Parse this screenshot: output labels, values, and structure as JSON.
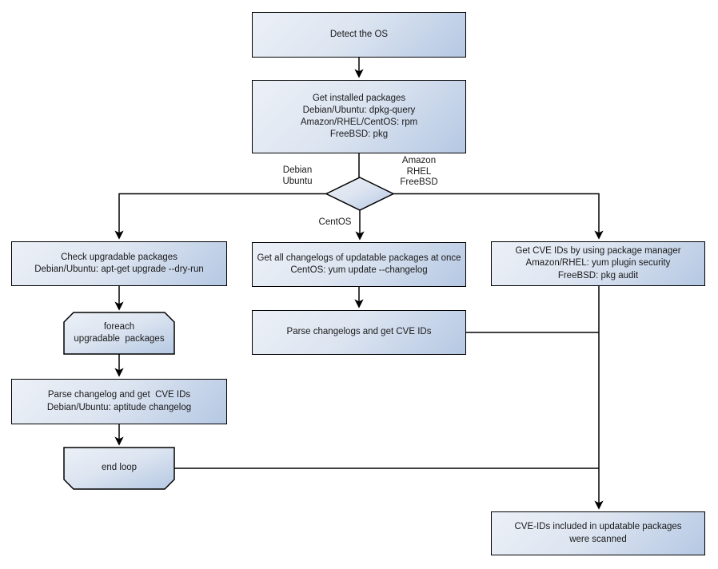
{
  "colors": {
    "node_fill_light": "#ecf0f7",
    "node_fill_dark": "#b5c8e3",
    "node_border": "#000000",
    "connector": "#000000",
    "text": "#1a1a1a",
    "background": "#ffffff"
  },
  "nodes": {
    "detect_os": {
      "label": "Detect the OS"
    },
    "get_installed_packages": {
      "label": "Get installed packages\nDebian/Ubuntu: dpkg-query\nAmazon/RHEL/CentOS: rpm\nFreeBSD: pkg"
    },
    "check_upgradable": {
      "label": "Check upgradable packages\nDebian/Ubuntu: apt-get upgrade --dry-run"
    },
    "foreach_loop": {
      "label": "foreach\nupgradable  packages"
    },
    "parse_changelog_debian": {
      "label": "Parse changelog and get  CVE IDs\nDebian/Ubuntu: aptitude changelog"
    },
    "end_loop": {
      "label": "end loop"
    },
    "get_all_changelogs": {
      "label": "Get all changelogs of updatable packages at once\nCentOS: yum update --changelog"
    },
    "parse_changelogs_centos": {
      "label": "Parse changelogs and get CVE IDs"
    },
    "get_cve_ids_pkg_manager": {
      "label": "Get CVE IDs by using package manager\nAmazon/RHEL: yum plugin security\nFreeBSD: pkg audit"
    },
    "scanned_result": {
      "label": "CVE-IDs included in updatable packages\nwere scanned"
    }
  },
  "edge_labels": {
    "debian_ubuntu": "Debian\nUbuntu",
    "amazon_rhel_freebsd": "Amazon\nRHEL\nFreeBSD",
    "centos": "CentOS"
  }
}
